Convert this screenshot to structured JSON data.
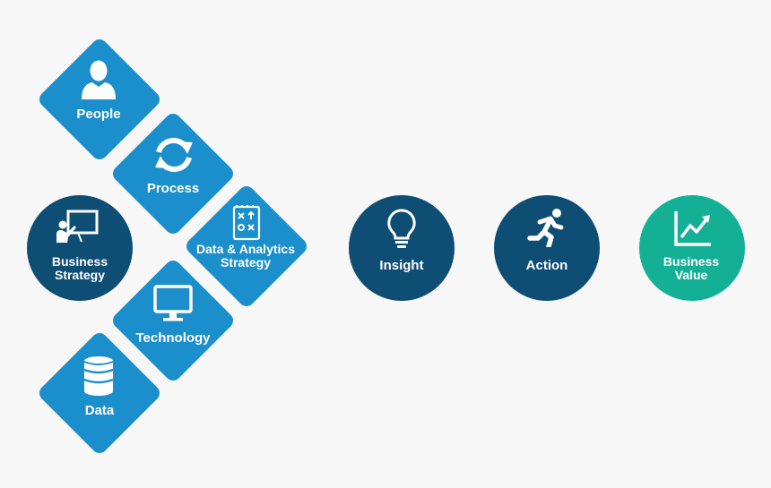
{
  "diamonds": {
    "people": {
      "label": "People",
      "icon": "person-icon"
    },
    "process": {
      "label": "Process",
      "icon": "refresh-icon"
    },
    "data_analytics": {
      "label_line1": "Data & Analytics",
      "label_line2": "Strategy",
      "icon": "strategy-board-icon"
    },
    "technology": {
      "label": "Technology",
      "icon": "monitor-icon"
    },
    "data": {
      "label": "Data",
      "icon": "database-icon"
    }
  },
  "circles": {
    "business_strategy": {
      "label_line1": "Business",
      "label_line2": "Strategy",
      "icon": "presentation-icon"
    },
    "insight": {
      "label": "Insight",
      "icon": "lightbulb-icon"
    },
    "action": {
      "label": "Action",
      "icon": "running-person-icon"
    },
    "business_value": {
      "label_line1": "Business",
      "label_line2": "Value",
      "icon": "growth-chart-icon"
    }
  },
  "colors": {
    "diamond": "#1b8fcb",
    "circle_dark": "#0e4d74",
    "circle_value": "#13b096",
    "background": "#f7f7f7",
    "text": "#ffffff"
  }
}
